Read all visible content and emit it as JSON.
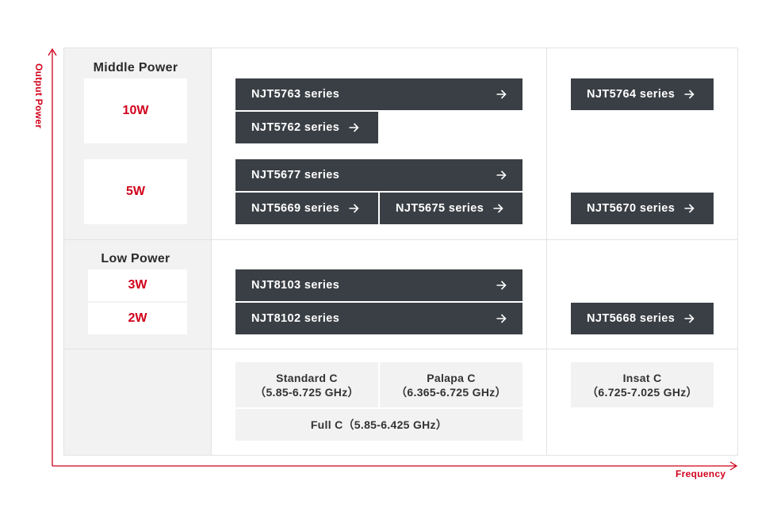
{
  "axes": {
    "y_label": "Output Power",
    "x_label": "Frequency",
    "color": "#d0021b"
  },
  "groups": {
    "middle_title": "Middle Power",
    "low_title": "Low Power"
  },
  "watts": {
    "w10": "10W",
    "w5": "5W",
    "w3": "3W",
    "w2": "2W"
  },
  "products": {
    "njt5763": "NJT5763 series",
    "njt5762": "NJT5762 series",
    "njt5764": "NJT5764 series",
    "njt5677": "NJT5677 series",
    "njt5669": "NJT5669 series",
    "njt5675": "NJT5675 series",
    "njt5670": "NJT5670 series",
    "njt8103": "NJT8103 series",
    "njt8102": "NJT8102 series",
    "njt5668": "NJT5668 series"
  },
  "bands": {
    "standard_c_name": "Standard C",
    "standard_c_range": "（5.85-6.725 GHz）",
    "palapa_c_name": "Palapa C",
    "palapa_c_range": "（6.365-6.725 GHz）",
    "insat_c_name": "Insat C",
    "insat_c_range": "（6.725-7.025 GHz）",
    "full_c": "Full C（5.85-6.425 GHz）"
  },
  "colors": {
    "button_bg": "#3a3f45",
    "accent_red": "#d0021b",
    "panel_gray": "#f2f2f2"
  }
}
